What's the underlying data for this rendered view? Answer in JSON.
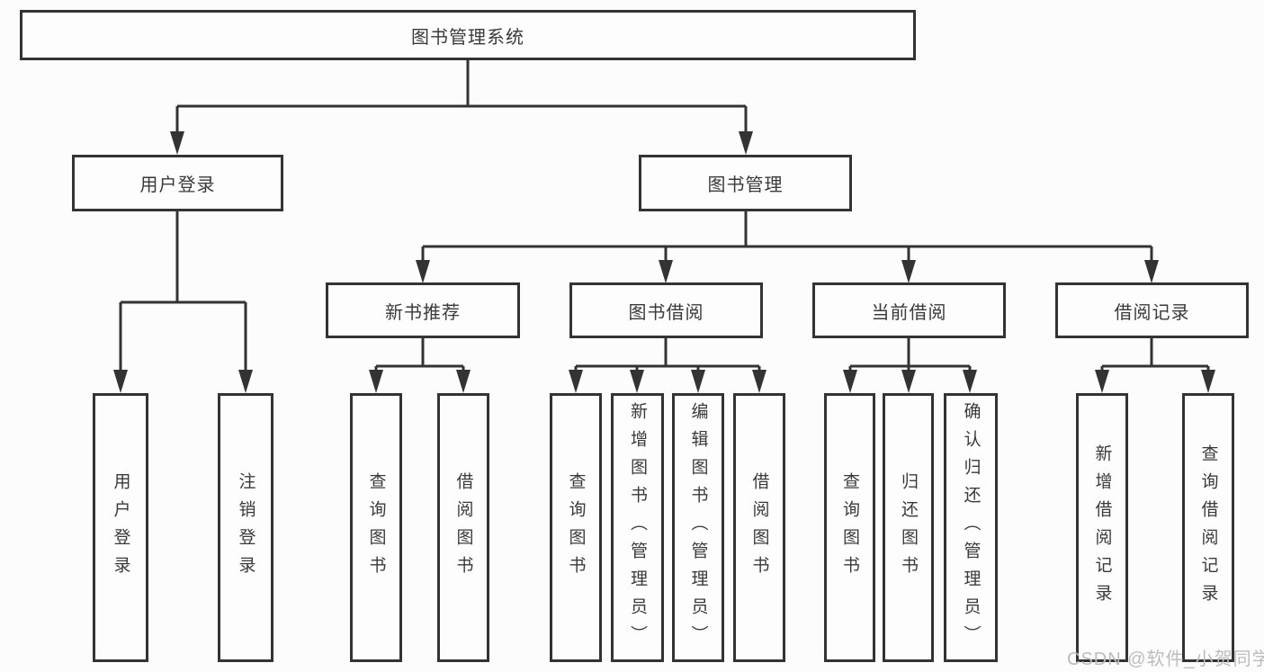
{
  "tree": {
    "root": "图书管理系统",
    "user_login": {
      "label": "用户登录",
      "children": [
        "用户登录",
        "注销登录"
      ]
    },
    "book_mgmt": {
      "label": "图书管理",
      "sections": {
        "new_book": {
          "label": "新书推荐",
          "children": [
            "查询图书",
            "借阅图书"
          ]
        },
        "book_borrow": {
          "label": "图书借阅",
          "children": [
            "查询图书",
            "新增图书（管理员）",
            "编辑图书（管理员）",
            "借阅图书"
          ]
        },
        "current_borrow": {
          "label": "当前借阅",
          "children": [
            "查询图书",
            "归还图书",
            "确认归还（管理员）"
          ]
        },
        "borrow_records": {
          "label": "借阅记录",
          "children": [
            "新增借阅记录",
            "查询借阅记录"
          ]
        }
      }
    }
  },
  "watermark": "CSDN @软件_小贺同学",
  "colors": {
    "line": "#333333",
    "text": "#3a3a3a",
    "fill": "#fdfdfd",
    "bg": "#fcfcfc",
    "watermark": "#bcbcbc"
  }
}
